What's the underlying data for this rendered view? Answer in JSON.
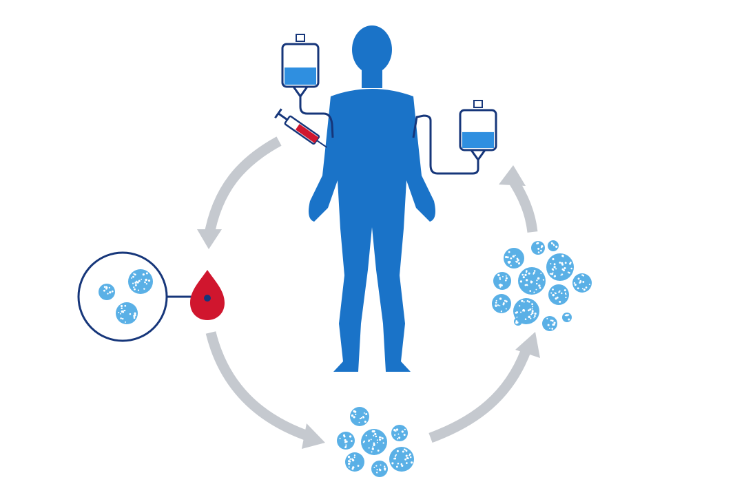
{
  "diagram": {
    "type": "cell-therapy-cycle",
    "colors": {
      "background": "#ffffff",
      "body": "#1a73c8",
      "iv_outline": "#16367a",
      "iv_fluid": "#2f8fe0",
      "syringe_fill": "#d0162e",
      "blood_drop": "#d0162e",
      "arrow": "#c5c9cf",
      "cell_fill": "#5ab0e6",
      "cell_speckle": "#ffffff",
      "lens_outline": "#16367a"
    },
    "icons": [
      "human-body-icon",
      "iv-bag-icon",
      "syringe-icon",
      "blood-drop-icon",
      "magnifier-lens-icon",
      "cell-cluster-icon",
      "cycle-arrow-icon"
    ],
    "steps": [
      "blood-collection",
      "cell-isolation",
      "cell-expansion",
      "cell-growth",
      "reinfusion"
    ]
  }
}
